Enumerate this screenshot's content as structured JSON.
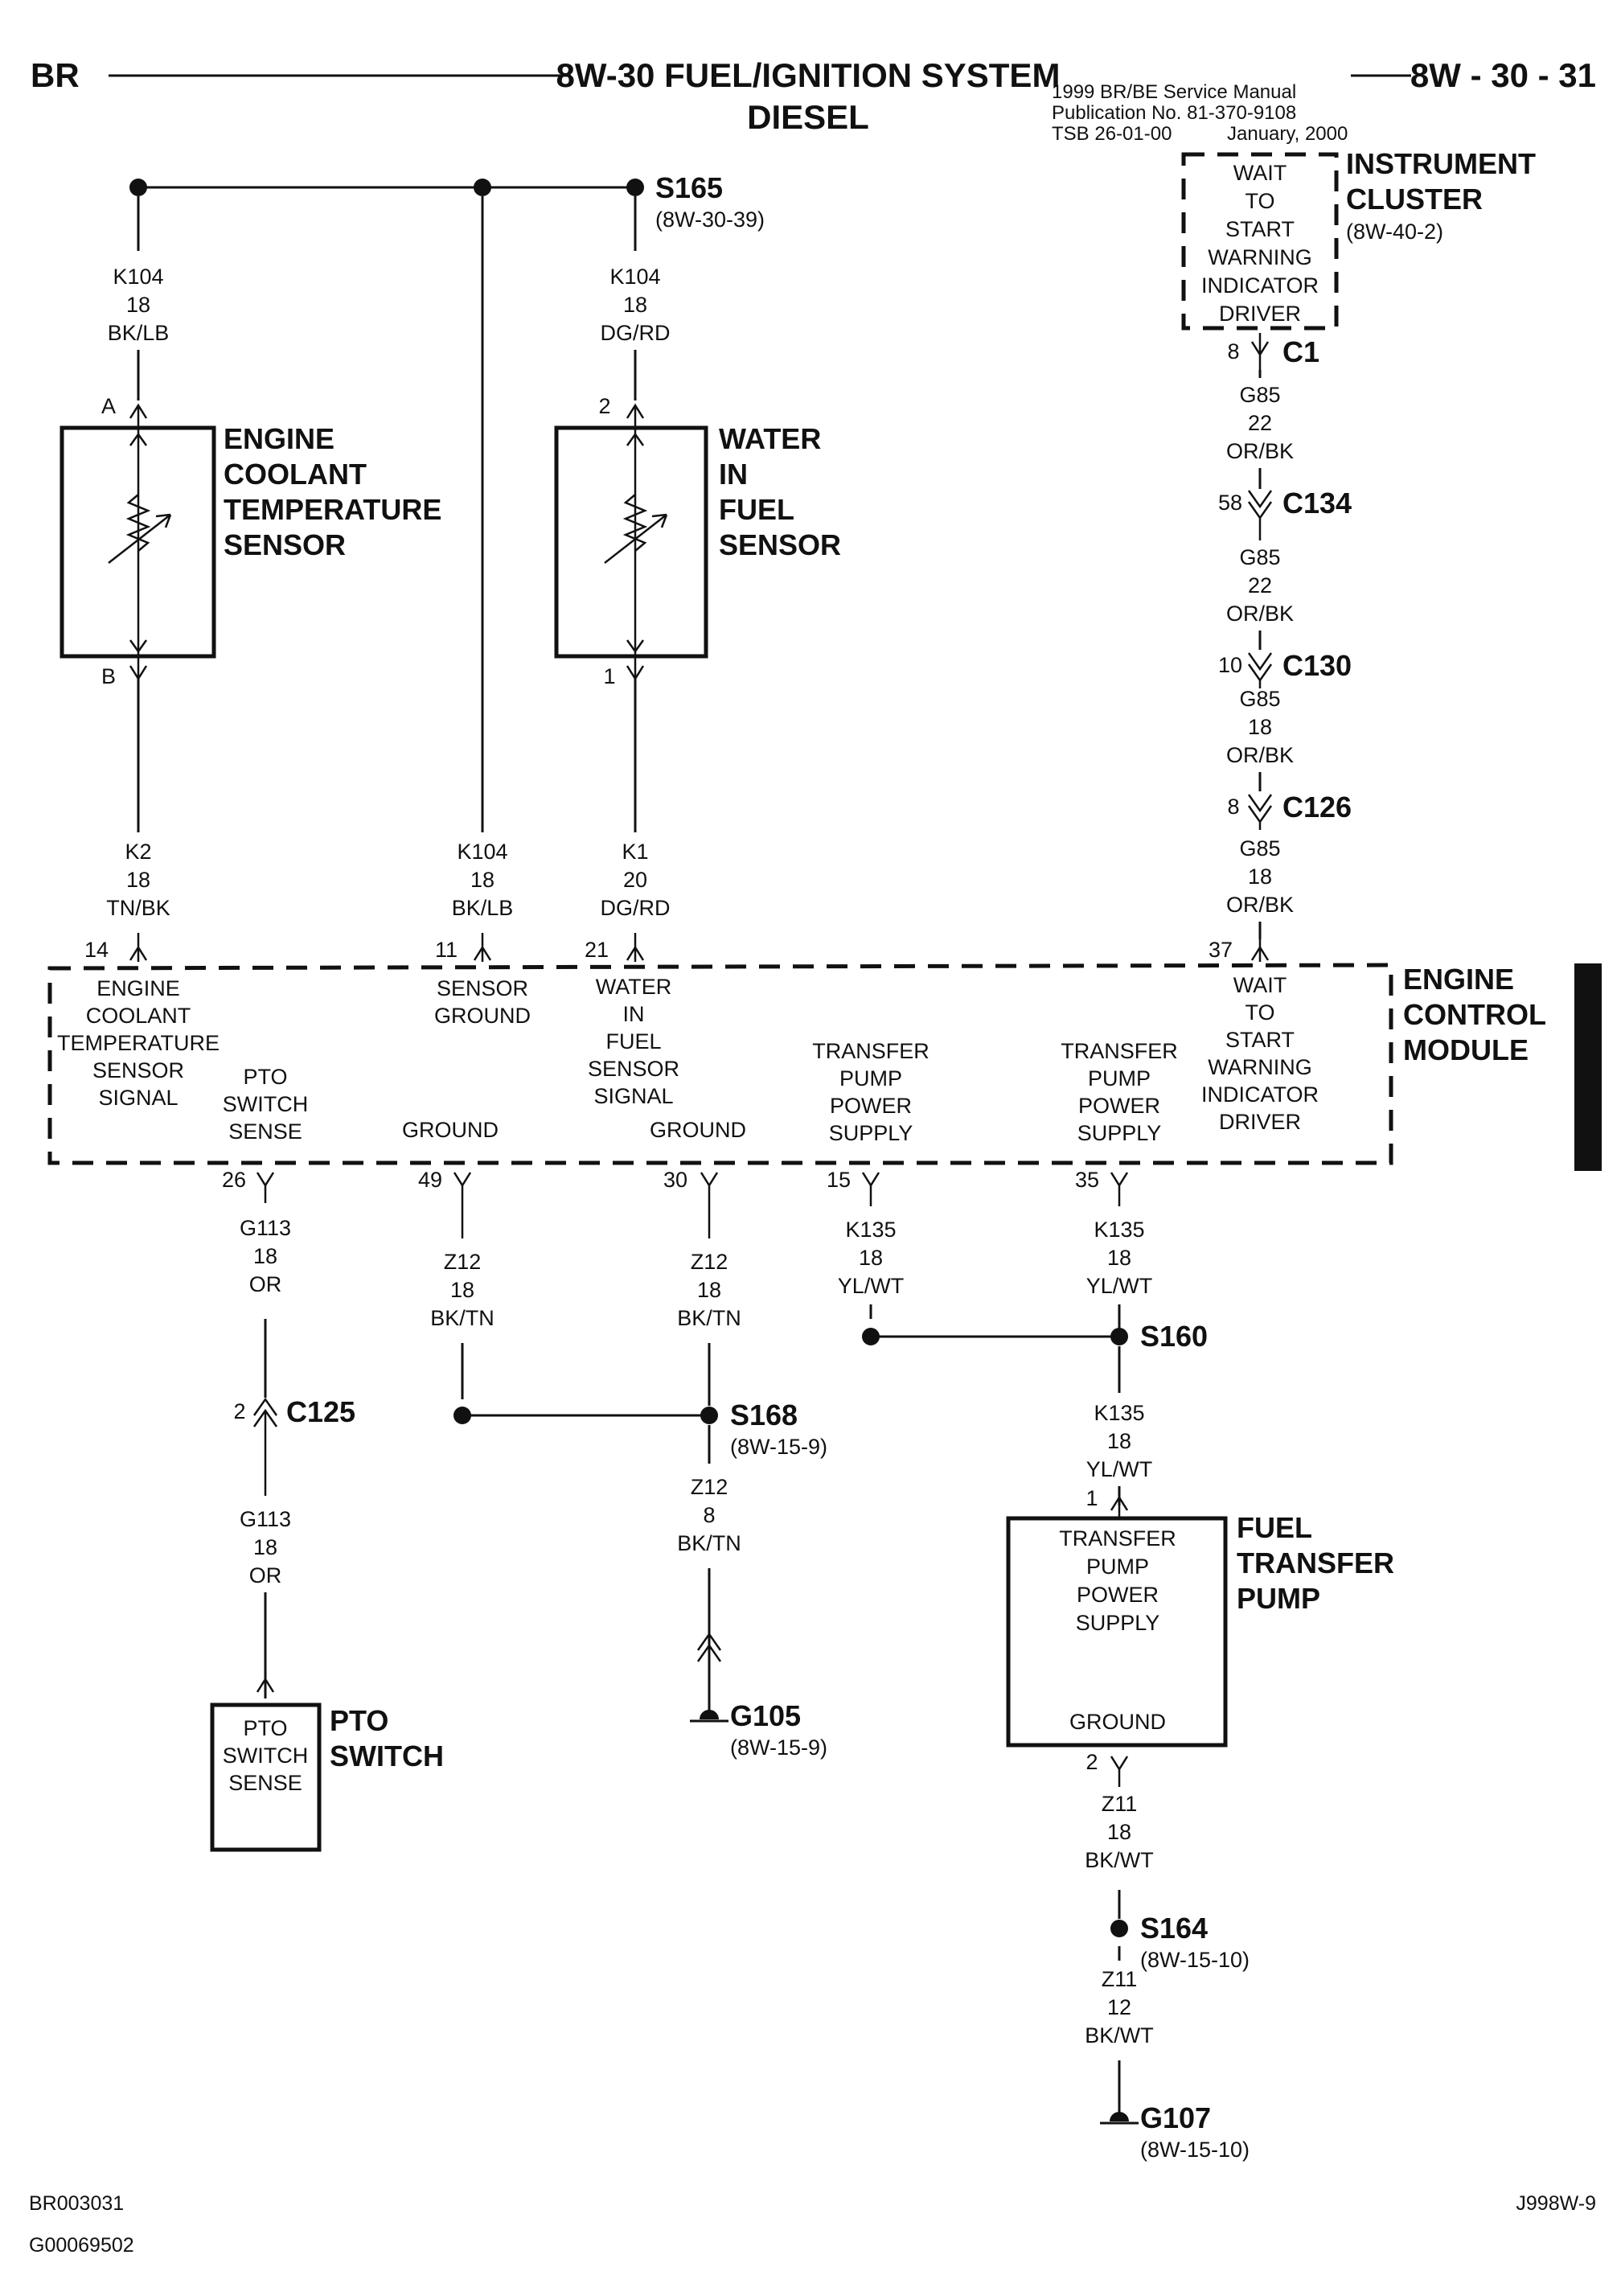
{
  "header": {
    "left": "BR",
    "title_line1": "8W-30 FUEL/IGNITION SYSTEM",
    "title_line2": "DIESEL",
    "manual_line1": "1999 BR/BE Service Manual",
    "manual_line2": "Publication No. 81-370-9108",
    "manual_line3_a": "TSB 26-01-00",
    "manual_line3_b": "January, 2000",
    "page": "8W - 30 - 31"
  },
  "splice_s165": {
    "name": "S165",
    "ref": "(8W-30-39)"
  },
  "wires": {
    "k104_bklb": {
      "circuit": "K104",
      "gauge": "18",
      "color": "BK/LB"
    },
    "k104_dgrd": {
      "circuit": "K104",
      "gauge": "18",
      "color": "DG/RD"
    },
    "k104_bklb_2": {
      "circuit": "K104",
      "gauge": "18",
      "color": "BK/LB"
    },
    "k2": {
      "circuit": "K2",
      "gauge": "18",
      "color": "TN/BK"
    },
    "k1": {
      "circuit": "K1",
      "gauge": "20",
      "color": "DG/RD"
    },
    "g85_a": {
      "circuit": "G85",
      "gauge": "22",
      "color": "OR/BK"
    },
    "g85_b": {
      "circuit": "G85",
      "gauge": "22",
      "color": "OR/BK"
    },
    "g85_c": {
      "circuit": "G85",
      "gauge": "18",
      "color": "OR/BK"
    },
    "g85_d": {
      "circuit": "G85",
      "gauge": "18",
      "color": "OR/BK"
    },
    "g113_a": {
      "circuit": "G113",
      "gauge": "18",
      "color": "OR"
    },
    "g113_b": {
      "circuit": "G113",
      "gauge": "18",
      "color": "OR"
    },
    "z12_a": {
      "circuit": "Z12",
      "gauge": "18",
      "color": "BK/TN"
    },
    "z12_b": {
      "circuit": "Z12",
      "gauge": "18",
      "color": "BK/TN"
    },
    "z12_c": {
      "circuit": "Z12",
      "gauge": "8",
      "color": "BK/TN"
    },
    "k135_a": {
      "circuit": "K135",
      "gauge": "18",
      "color": "YL/WT"
    },
    "k135_b": {
      "circuit": "K135",
      "gauge": "18",
      "color": "YL/WT"
    },
    "k135_c": {
      "circuit": "K135",
      "gauge": "18",
      "color": "YL/WT"
    },
    "z11_a": {
      "circuit": "Z11",
      "gauge": "18",
      "color": "BK/WT"
    },
    "z11_b": {
      "circuit": "Z11",
      "gauge": "12",
      "color": "BK/WT"
    }
  },
  "ect_sensor": {
    "l1": "ENGINE",
    "l2": "COOLANT",
    "l3": "TEMPERATURE",
    "l4": "SENSOR",
    "pin_top": "A",
    "pin_bottom": "B"
  },
  "wif_sensor": {
    "l1": "WATER",
    "l2": "IN",
    "l3": "FUEL",
    "l4": "SENSOR",
    "pin_top": "2",
    "pin_bottom": "1"
  },
  "cluster": {
    "l1": "INSTRUMENT",
    "l2": "CLUSTER",
    "ref": "(8W-40-2)",
    "inner": [
      "WAIT",
      "TO",
      "START",
      "WARNING",
      "INDICATOR",
      "DRIVER"
    ],
    "pin": "8",
    "connector": "C1"
  },
  "connectors": {
    "c134": {
      "pin": "58",
      "name": "C134"
    },
    "c130": {
      "pin": "10",
      "name": "C130"
    },
    "c126": {
      "pin": "8",
      "name": "C126"
    },
    "c125": {
      "pin": "2",
      "name": "C125"
    }
  },
  "ecm": {
    "l1": "ENGINE",
    "l2": "CONTROL",
    "l3": "MODULE",
    "pin_ect": "14",
    "pin_sg": "11",
    "pin_wif": "21",
    "pin_wts": "37",
    "pin_pto": "26",
    "pin_gnd1": "49",
    "pin_gnd2": "30",
    "pin_tp1": "15",
    "pin_tp2": "35",
    "ect_sig": [
      "ENGINE",
      "COOLANT",
      "TEMPERATURE",
      "SENSOR",
      "SIGNAL"
    ],
    "sensor_ground": [
      "SENSOR",
      "GROUND"
    ],
    "wif_sig": [
      "WATER",
      "IN",
      "FUEL",
      "SENSOR",
      "SIGNAL"
    ],
    "wts": [
      "WAIT",
      "TO",
      "START",
      "WARNING",
      "INDICATOR",
      "DRIVER"
    ],
    "pto": [
      "PTO",
      "SWITCH",
      "SENSE"
    ],
    "gnd1": "GROUND",
    "gnd2": "GROUND",
    "tp1": [
      "TRANSFER",
      "PUMP",
      "POWER",
      "SUPPLY"
    ],
    "tp2": [
      "TRANSFER",
      "PUMP",
      "POWER",
      "SUPPLY"
    ]
  },
  "splices": {
    "s160": {
      "name": "S160"
    },
    "s168": {
      "name": "S168",
      "ref": "(8W-15-9)"
    },
    "s164": {
      "name": "S164",
      "ref": "(8W-15-10)"
    }
  },
  "grounds": {
    "g105": {
      "name": "G105",
      "ref": "(8W-15-9)"
    },
    "g107": {
      "name": "G107",
      "ref": "(8W-15-10)"
    }
  },
  "pto_switch": {
    "inner": [
      "PTO",
      "SWITCH",
      "SENSE"
    ],
    "l1": "PTO",
    "l2": "SWITCH"
  },
  "fuel_pump": {
    "l1": "FUEL",
    "l2": "TRANSFER",
    "l3": "PUMP",
    "inner": [
      "TRANSFER",
      "PUMP",
      "POWER",
      "SUPPLY"
    ],
    "ground": "GROUND",
    "pin_top": "1",
    "pin_bottom": "2"
  },
  "footer": {
    "left1": "BR003031",
    "left2": "G00069502",
    "right": "J998W-9"
  }
}
